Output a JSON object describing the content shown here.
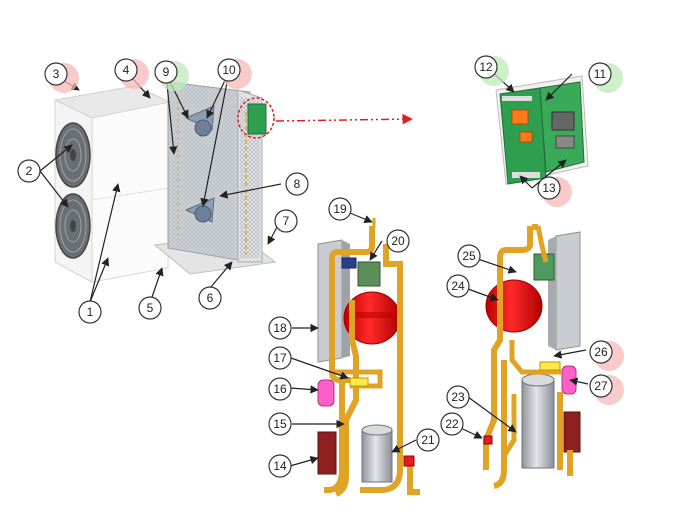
{
  "colors": {
    "pipe": "#e1a325",
    "pipe_dark": "#b9801a",
    "tank": "#ff1a1a",
    "tank_dark": "#b30000",
    "board": "#2e9e4f",
    "highlight_red": "#f6b8b8",
    "highlight_green": "#bfe8b8",
    "arrow_red": "#e02020",
    "casing": "#f2f2f2",
    "metal": "#b8bcc2"
  },
  "callouts": [
    {
      "id": "1",
      "label": "1",
      "highlight": "none"
    },
    {
      "id": "2",
      "label": "2",
      "highlight": "none"
    },
    {
      "id": "3",
      "label": "3",
      "highlight": "red"
    },
    {
      "id": "4",
      "label": "4",
      "highlight": "red"
    },
    {
      "id": "5",
      "label": "5",
      "highlight": "none"
    },
    {
      "id": "6",
      "label": "6",
      "highlight": "none"
    },
    {
      "id": "7",
      "label": "7",
      "highlight": "none"
    },
    {
      "id": "8",
      "label": "8",
      "highlight": "none"
    },
    {
      "id": "9",
      "label": "9",
      "highlight": "green"
    },
    {
      "id": "10",
      "label": "10",
      "highlight": "red"
    },
    {
      "id": "11",
      "label": "11",
      "highlight": "green"
    },
    {
      "id": "12",
      "label": "12",
      "highlight": "green"
    },
    {
      "id": "13",
      "label": "13",
      "highlight": "red"
    },
    {
      "id": "14",
      "label": "14",
      "highlight": "none"
    },
    {
      "id": "15",
      "label": "15",
      "highlight": "none"
    },
    {
      "id": "16",
      "label": "16",
      "highlight": "none"
    },
    {
      "id": "17",
      "label": "17",
      "highlight": "none"
    },
    {
      "id": "18",
      "label": "18",
      "highlight": "none"
    },
    {
      "id": "19",
      "label": "19",
      "highlight": "none"
    },
    {
      "id": "20",
      "label": "20",
      "highlight": "none"
    },
    {
      "id": "21",
      "label": "21",
      "highlight": "none"
    },
    {
      "id": "22",
      "label": "22",
      "highlight": "none"
    },
    {
      "id": "23",
      "label": "23",
      "highlight": "none"
    },
    {
      "id": "24",
      "label": "24",
      "highlight": "none"
    },
    {
      "id": "25",
      "label": "25",
      "highlight": "none"
    },
    {
      "id": "26",
      "label": "26",
      "highlight": "red"
    },
    {
      "id": "27",
      "label": "27",
      "highlight": "red"
    }
  ]
}
